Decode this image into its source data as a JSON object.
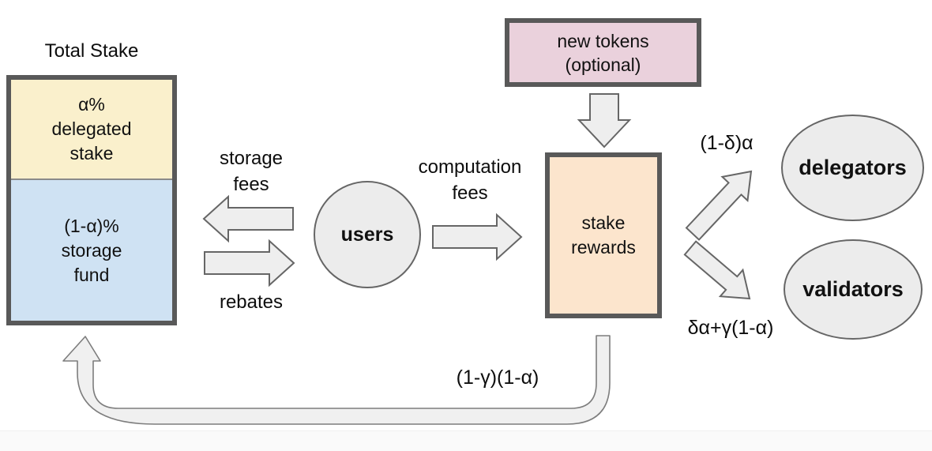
{
  "diagram": {
    "title": "Total Stake",
    "nodes": {
      "total_stake": {
        "delegated_section": {
          "label": "α%\ndelegated\nstake",
          "color": "#faf0cc"
        },
        "storage_section": {
          "label": "(1-α)%\nstorage\nfund",
          "color": "#cfe2f3"
        }
      },
      "users": {
        "label": "users",
        "color": "#ececec"
      },
      "stake_rewards": {
        "label": "stake\nrewards",
        "color": "#fce5cd"
      },
      "new_tokens": {
        "label": "new tokens\n(optional)",
        "color": "#ead1dc"
      },
      "delegators": {
        "label": "delegators",
        "color": "#ececec"
      },
      "validators": {
        "label": "validators",
        "color": "#ececec"
      }
    },
    "flows": {
      "storage_fees": {
        "label": "storage\nfees",
        "from": "users",
        "to": "total_stake"
      },
      "rebates": {
        "label": "rebates",
        "from": "total_stake",
        "to": "users"
      },
      "computation_fees": {
        "label": "computation\nfees",
        "from": "users",
        "to": "stake_rewards"
      },
      "new_token_inflow": {
        "label": "",
        "from": "new_tokens",
        "to": "stake_rewards"
      },
      "to_delegators": {
        "label": "(1-δ)α",
        "from": "stake_rewards",
        "to": "delegators"
      },
      "to_validators": {
        "label": "δα+γ(1-α)",
        "from": "stake_rewards",
        "to": "validators"
      },
      "to_storage_fund": {
        "label": "(1-γ)(1-α)",
        "from": "stake_rewards",
        "to": "total_stake"
      }
    },
    "colors": {
      "box_border": "#595959",
      "shape_border": "#666666",
      "arrow_fill": "#eeeeee",
      "pipe_fill": "#f0f0f0"
    }
  }
}
